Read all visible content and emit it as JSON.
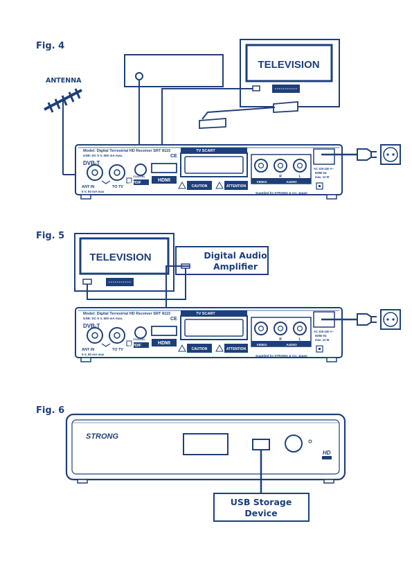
{
  "colors": {
    "line": "#1d3f7a",
    "fill": "#ffffff"
  },
  "fig4": {
    "title": "Fig. 4",
    "antenna_label": "ANTENNA",
    "tv_label": "TELEVISION"
  },
  "fig5": {
    "title": "Fig. 5",
    "tv_label": "TELEVISION",
    "amp_label_line1": "Digital Audio",
    "amp_label_line2": "Amplifier"
  },
  "fig6": {
    "title": "Fig. 6",
    "brand": "STRONG",
    "hd_badge": "HD",
    "usb_label_line1": "USB Storage",
    "usb_label_line2": "Device"
  },
  "receiver": {
    "model_line": "Model: Digital Terrestrial HD Receiver SRT 8115",
    "usb_spec": "USB: DC 5 V, 500 mA max.",
    "dvb_logo": "DVB-T",
    "scart_label": "TV SCART",
    "ant_in": "ANT IN",
    "ant_spec": "5 V, 50 mA max",
    "to_tv": "TO TV",
    "coaxial": "COAXIAL",
    "spdif": "S/PDIF",
    "hdmi": "HDMI",
    "video": "VIDEO",
    "audio": "AUDIO",
    "r": "R",
    "l": "L",
    "ce": "CE",
    "caution": "CAUTION",
    "attention": "ATTENTION",
    "power_spec_1": "AC 220-240 V~",
    "power_spec_2": "50/60 Hz",
    "power_spec_3": "max. 12 W",
    "supplied_by": "Supplied by STRONG & Co, Japan"
  }
}
